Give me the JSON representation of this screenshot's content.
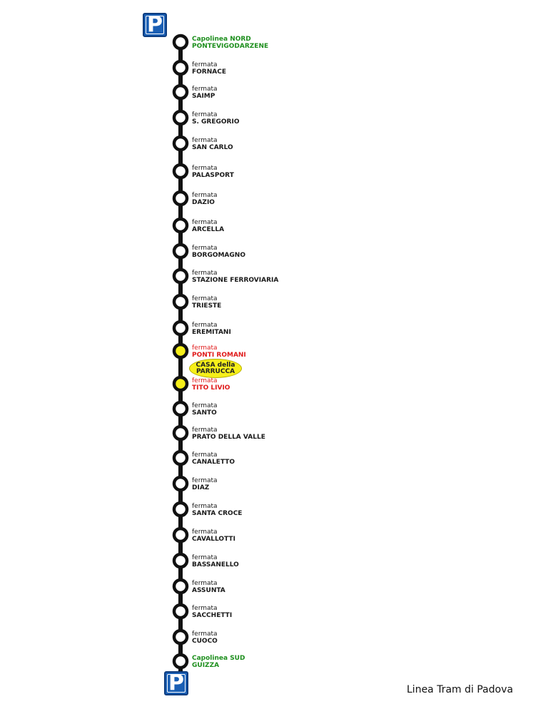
{
  "colors": {
    "line": "#111111",
    "stop_fill": "#ffffff",
    "highlight_fill": "#f6ef1a",
    "terminal_text": "#1e8f1e",
    "featured_text": "#e01b1b",
    "parking_bg": "#1a5fb4"
  },
  "parking": {
    "top_label": "P",
    "bottom_label": "P"
  },
  "stops": [
    {
      "line1": "Capolinea NORD",
      "line2": "PONTEVIGODARZENE",
      "kind": "terminal"
    },
    {
      "line1": "fermata",
      "line2": "FORNACE",
      "kind": "normal"
    },
    {
      "line1": "fermata",
      "line2": "SAIMP",
      "kind": "normal"
    },
    {
      "line1": "fermata",
      "line2": "S. GREGORIO",
      "kind": "normal"
    },
    {
      "line1": "fermata",
      "line2": "SAN CARLO",
      "kind": "normal"
    },
    {
      "line1": "fermata",
      "line2": "PALASPORT",
      "kind": "normal"
    },
    {
      "line1": "fermata",
      "line2": "DAZIO",
      "kind": "normal"
    },
    {
      "line1": "fermata",
      "line2": "ARCELLA",
      "kind": "normal"
    },
    {
      "line1": "fermata",
      "line2": "BORGOMAGNO",
      "kind": "normal"
    },
    {
      "line1": "fermata",
      "line2": "STAZIONE FERROVIARIA",
      "kind": "normal"
    },
    {
      "line1": "fermata",
      "line2": "TRIESTE",
      "kind": "normal"
    },
    {
      "line1": "fermata",
      "line2": "EREMITANI",
      "kind": "normal"
    },
    {
      "line1": "fermata",
      "line2": "PONTI ROMANI",
      "kind": "featured"
    },
    {
      "line1": "fermata",
      "line2": "TITO LIVIO",
      "kind": "featured"
    },
    {
      "line1": "fermata",
      "line2": "SANTO",
      "kind": "normal"
    },
    {
      "line1": "fermata",
      "line2": "PRATO DELLA VALLE",
      "kind": "normal"
    },
    {
      "line1": "fermata",
      "line2": "CANALETTO",
      "kind": "normal"
    },
    {
      "line1": "fermata",
      "line2": "DIAZ",
      "kind": "normal"
    },
    {
      "line1": "fermata",
      "line2": "SANTA CROCE",
      "kind": "normal"
    },
    {
      "line1": "fermata",
      "line2": "CAVALLOTTI",
      "kind": "normal"
    },
    {
      "line1": "fermata",
      "line2": "BASSANELLO",
      "kind": "normal"
    },
    {
      "line1": "fermata",
      "line2": "ASSUNTA",
      "kind": "normal"
    },
    {
      "line1": "fermata",
      "line2": "SACCHETTI",
      "kind": "normal"
    },
    {
      "line1": "fermata",
      "line2": "CUOCO",
      "kind": "normal"
    },
    {
      "line1": "Capolinea SUD",
      "line2": "GUIZZA",
      "kind": "terminal"
    }
  ],
  "casa": {
    "line1": "CASA della",
    "line2": "PARRUCCA"
  },
  "footer": {
    "title": "Linea Tram di Padova"
  }
}
